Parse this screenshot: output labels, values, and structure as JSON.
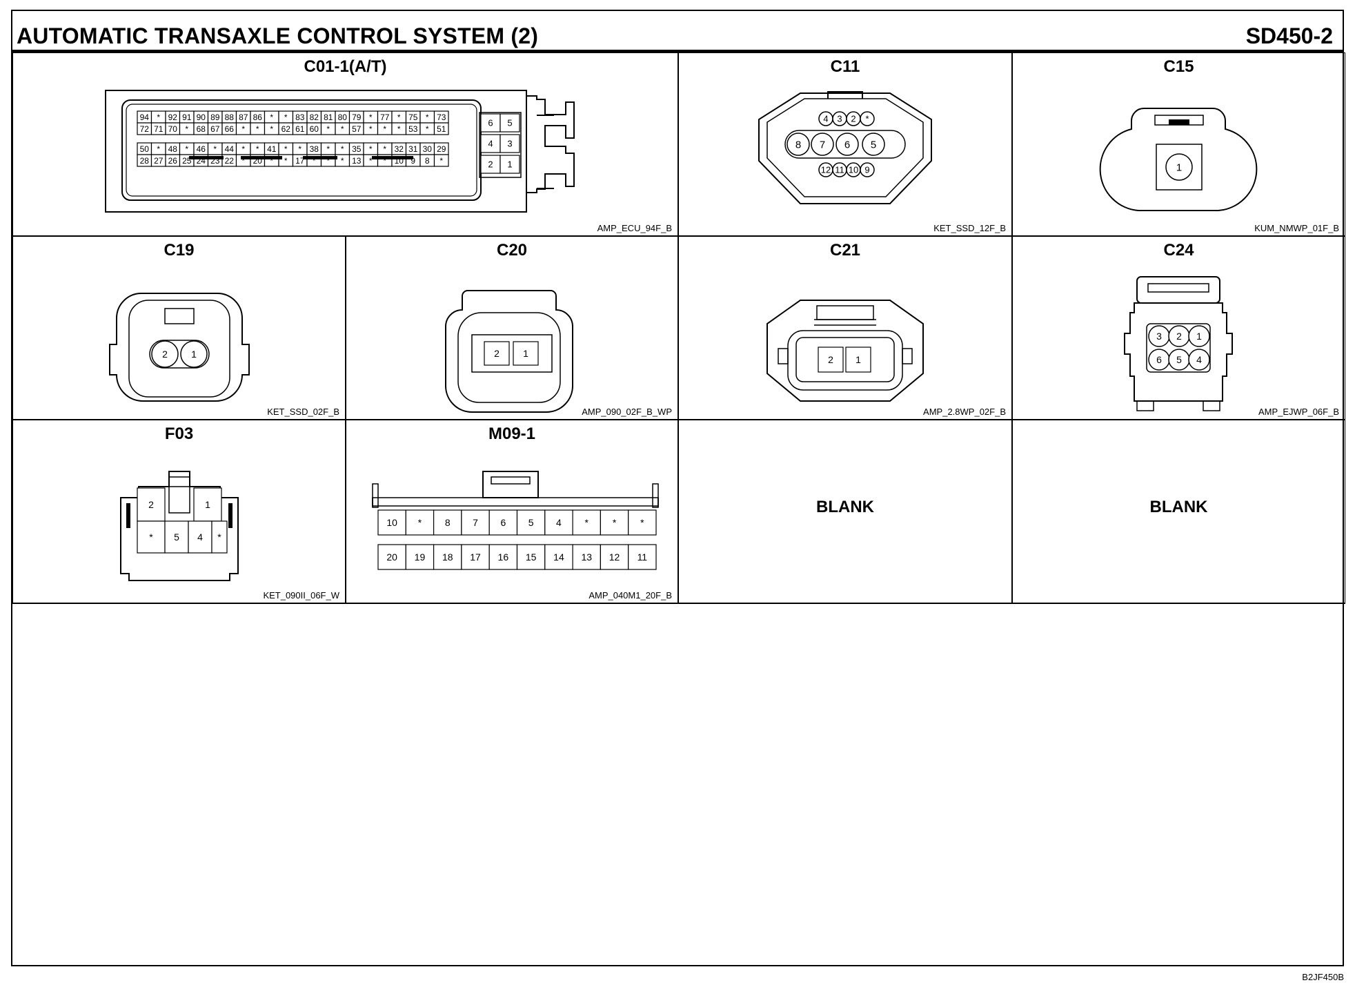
{
  "header": {
    "title": "AUTOMATIC TRANSAXLE CONTROL SYSTEM (2)",
    "code": "SD450-2"
  },
  "connectors": {
    "c01": {
      "label": "C01-1(A/T)",
      "part": "AMP_ECU_94F_B",
      "rows": [
        [
          "94",
          "*",
          "92",
          "91",
          "90",
          "89",
          "88",
          "87",
          "86",
          "*",
          "*",
          "83",
          "82",
          "81",
          "80",
          "79",
          "*",
          "77",
          "*",
          "75",
          "*",
          "73"
        ],
        [
          "72",
          "71",
          "70",
          "*",
          "68",
          "67",
          "66",
          "*",
          "*",
          "*",
          "62",
          "61",
          "60",
          "*",
          "*",
          "57",
          "*",
          "*",
          "*",
          "53",
          "*",
          "51"
        ],
        [
          "50",
          "*",
          "48",
          "*",
          "46",
          "*",
          "44",
          "*",
          "*",
          "41",
          "*",
          "*",
          "38",
          "*",
          "*",
          "35",
          "*",
          "*",
          "32",
          "31",
          "30",
          "29"
        ],
        [
          "28",
          "27",
          "26",
          "25",
          "24",
          "23",
          "22",
          "*",
          "20",
          "*",
          "*",
          "17",
          "*",
          "*",
          "*",
          "13",
          "*",
          "*",
          "10",
          "9",
          "8",
          "*"
        ]
      ],
      "side": [
        "6",
        "5",
        "4",
        "3",
        "2",
        "1"
      ]
    },
    "c11": {
      "label": "C11",
      "part": "KET_SSD_12F_B",
      "pins": [
        "4",
        "3",
        "2",
        "*",
        "8",
        "7",
        "6",
        "5",
        "12",
        "11",
        "10",
        "9"
      ]
    },
    "c15": {
      "label": "C15",
      "part": "KUM_NMWP_01F_B",
      "pins": [
        "1"
      ]
    },
    "c19": {
      "label": "C19",
      "part": "KET_SSD_02F_B",
      "pins": [
        "2",
        "1"
      ]
    },
    "c20": {
      "label": "C20",
      "part": "AMP_090_02F_B_WP",
      "pins": [
        "2",
        "1"
      ]
    },
    "c21": {
      "label": "C21",
      "part": "AMP_2.8WP_02F_B",
      "pins": [
        "2",
        "1"
      ]
    },
    "c24": {
      "label": "C24",
      "part": "AMP_EJWP_06F_B",
      "pins": [
        "3",
        "2",
        "1",
        "6",
        "5",
        "4"
      ]
    },
    "f03": {
      "label": "F03",
      "part": "KET_090II_06F_W",
      "pins": [
        "2",
        "1",
        "*",
        "5",
        "4",
        "*"
      ]
    },
    "m09": {
      "label": "M09-1",
      "part": "AMP_040M1_20F_B",
      "top": [
        "10",
        "*",
        "8",
        "7",
        "6",
        "5",
        "4",
        "*",
        "*",
        "*"
      ],
      "bottom": [
        "20",
        "19",
        "18",
        "17",
        "16",
        "15",
        "14",
        "13",
        "12",
        "11"
      ]
    }
  },
  "blank_cells": [
    "BLANK",
    "BLANK"
  ],
  "footer_code": "B2JF450B"
}
